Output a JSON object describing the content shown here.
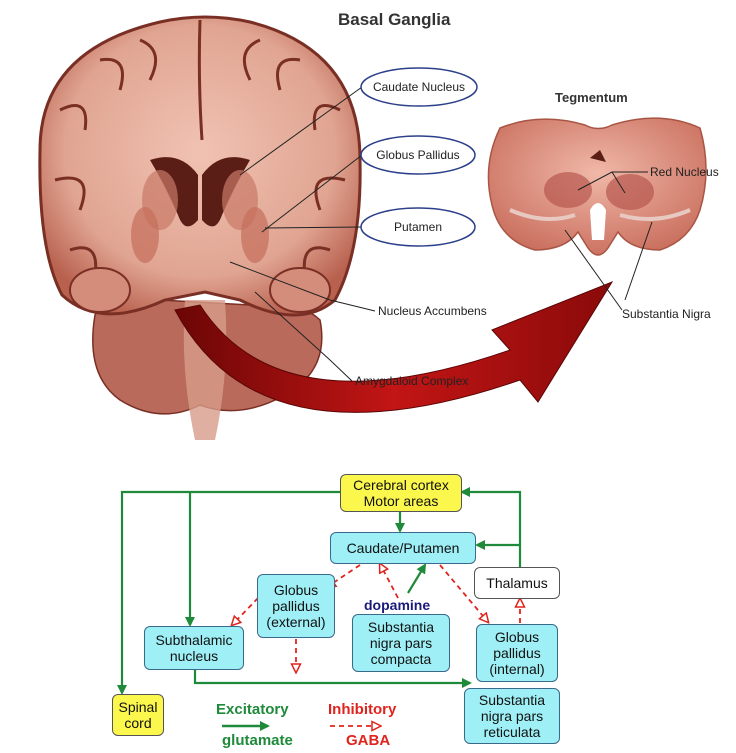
{
  "upper": {
    "title": "Basal Ganglia",
    "tegmentum_title": "Tegmentum",
    "labels": {
      "caudate": "Caudate Nucleus",
      "globus": "Globus Pallidus",
      "putamen": "Putamen",
      "accumbens": "Nucleus Accumbens",
      "amygdaloid": "Amygdaloid Complex",
      "red_nucleus": "Red Nucleus",
      "substantia_nigra": "Substantia Nigra"
    }
  },
  "diagram": {
    "cortex": [
      "Cerebral cortex",
      "Motor areas"
    ],
    "caudate_putamen": "Caudate/Putamen",
    "thalamus": "Thalamus",
    "gp_external": [
      "Globus",
      "pallidus",
      "(external)"
    ],
    "subthalamic": [
      "Subthalamic",
      "nucleus"
    ],
    "dopamine": "dopamine",
    "snc": [
      "Substantia",
      "nigra pars",
      "compacta"
    ],
    "gp_internal": [
      "Globus",
      "pallidus",
      "(internal)"
    ],
    "snr": [
      "Substantia",
      "nigra pars",
      "reticulata"
    ],
    "spinal": [
      "Spinal",
      "cord"
    ]
  },
  "legend": {
    "excitatory": "Excitatory",
    "glutamate": "glutamate",
    "inhibitory": "Inhibitory",
    "gaba": "GABA"
  },
  "colors": {
    "excitatory": "#1f8a3a",
    "inhibitory": "#e0241d",
    "box_cyan": "#9ef0f6",
    "box_yellow": "#fbf74c",
    "brain_tissue": "#d9927f",
    "brain_dark": "#7a2f25",
    "arrow_red": "#9a0c0c",
    "dopamine_text": "#1a1a7a"
  }
}
